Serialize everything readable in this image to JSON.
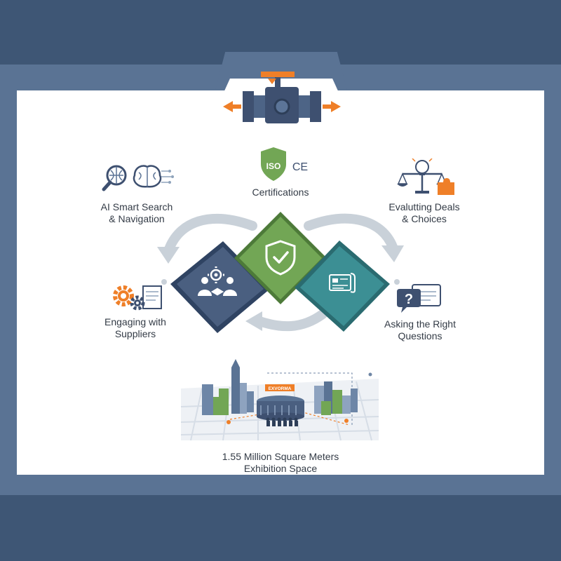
{
  "nodes": {
    "certifications": {
      "label": "Certifications",
      "iso": "ISO",
      "ce": "CE"
    },
    "ai_search": {
      "line1": "AI Smart Search",
      "line2": "& Navigation"
    },
    "evaluating": {
      "line1": "Evalutting Deals",
      "line2": "& Choices"
    },
    "engaging": {
      "line1": "Engaging with",
      "line2": "Suppliers"
    },
    "asking": {
      "line1": "Asking the Right",
      "line2": "Questions"
    },
    "exhibition": {
      "line1": "1.55 Million Square Meters",
      "line2": "Exhibition Space",
      "sign": "EXVORMA"
    }
  },
  "colors": {
    "navy": "#4a5f80",
    "green": "#72a655",
    "teal": "#3c8f94",
    "orange": "#ef7f28",
    "arrow_gray": "#c9d1d9",
    "bg_blue": "#4f6887"
  }
}
